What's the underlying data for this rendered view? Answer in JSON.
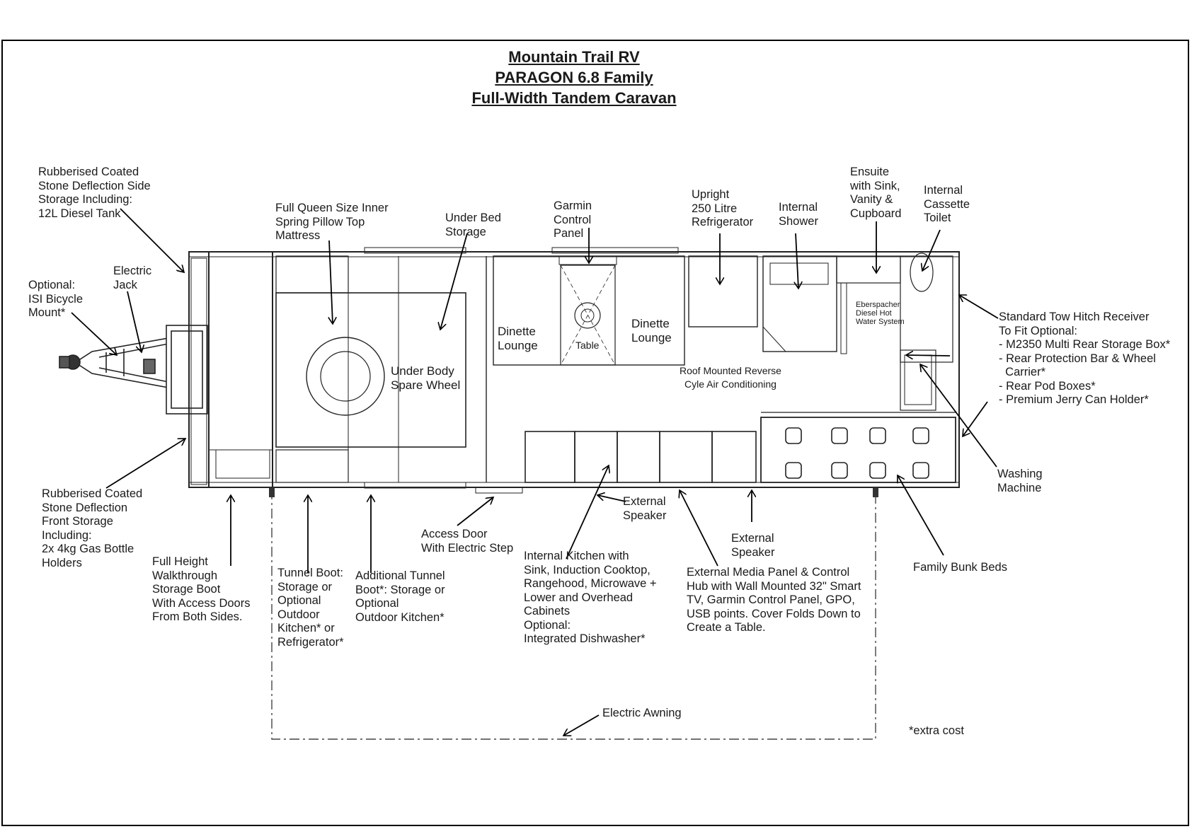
{
  "title": {
    "line1": "Mountain Trail RV",
    "line2": "PARAGON 6.8 Family",
    "line3": "Full-Width Tandem Caravan"
  },
  "labels": {
    "side_storage": "Rubberised Coated\nStone Deflection Side\nStorage Including:\n12L Diesel Tank",
    "bicycle_mount": "Optional:\nISI Bicycle\nMount*",
    "electric_jack": "Electric\nJack",
    "front_storage": "Rubberised Coated\nStone Deflection\nFront Storage\nIncluding:\n2x 4kg Gas Bottle\nHolders",
    "walkthrough_boot": "Full Height\nWalkthrough\nStorage Boot\nWith Access Doors\nFrom Both Sides.",
    "tunnel_boot": "Tunnel Boot:\nStorage or\nOptional\nOutdoor\nKitchen* or\nRefrigerator*",
    "additional_tunnel_boot": "Additional Tunnel\nBoot*: Storage or\nOptional\nOutdoor Kitchen*",
    "mattress": "Full Queen Size Inner\nSpring Pillow Top\nMattress",
    "under_bed_storage": "Under Bed\nStorage",
    "spare_wheel": "Under Body\nSpare Wheel",
    "garmin_panel": "Garmin\nControl\nPanel",
    "dinette_left": "Dinette\nLounge",
    "dinette_right": "Dinette\nLounge",
    "table": "Table",
    "refrigerator": "Upright\n250 Litre\nRefrigerator",
    "shower": "Internal\nShower",
    "ensuite": "Ensuite\nwith Sink,\nVanity &\nCupboard",
    "toilet": "Internal\nCassette\nToilet",
    "hot_water": "Eberspacher\nDiesel Hot\nWater System",
    "air_conditioning": "Roof Mounted Reverse\nCyle Air Conditioning",
    "tow_hitch": "Standard Tow Hitch Receiver\nTo Fit Optional:\n- M2350 Multi Rear Storage Box*\n- Rear Protection Bar & Wheel\n  Carrier*\n- Rear Pod Boxes*\n- Premium Jerry Can Holder*",
    "washing_machine": "Washing\nMachine",
    "access_door": "Access Door\nWith Electric Step",
    "kitchen": "Internal Kitchen with\nSink, Induction Cooktop,\nRangehood, Microwave +\nLower and Overhead\nCabinets\nOptional:\nIntegrated Dishwasher*",
    "external_speaker_1": "External\nSpeaker",
    "external_speaker_2": "External\nSpeaker",
    "media_panel": "External Media Panel & Control\nHub with Wall Mounted 32\" Smart\nTV, Garmin Control Panel, GPO,\nUSB points. Cover Folds Down to\nCreate a Table.",
    "bunk_beds": "Family Bunk Beds",
    "electric_awning": "Electric Awning",
    "extra_cost": "*extra cost"
  }
}
